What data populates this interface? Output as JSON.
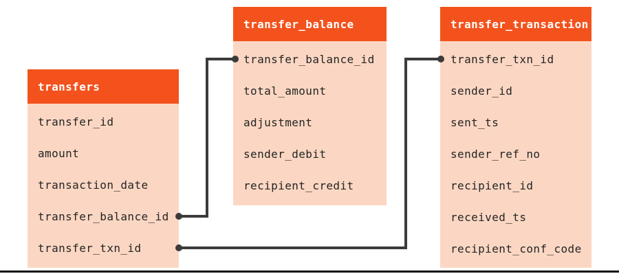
{
  "theme": {
    "canvas_bg": "#ffffff",
    "header_bg": "#f3521c",
    "header_text": "#ffffff",
    "body_bg": "#fbd7c3",
    "field_text": "#242424",
    "connector": "#3b3b3b",
    "bottom_rule": "#0d0d0d"
  },
  "tables": [
    {
      "title": "transfers",
      "fields": [
        "transfer_id",
        "amount",
        "transaction_date",
        "transfer_balance_id",
        "transfer_txn_id"
      ]
    },
    {
      "title": "transfer_balance",
      "fields": [
        "transfer_balance_id",
        "total_amount",
        "adjustment",
        "sender_debit",
        "recipient_credit"
      ]
    },
    {
      "title": "transfer_transaction",
      "fields": [
        "transfer_txn_id",
        "sender_id",
        "sent_ts",
        "sender_ref_no",
        "recipient_id",
        "received_ts",
        "recipient_conf_code"
      ]
    }
  ],
  "relationships": [
    {
      "from_table": "transfers",
      "from_field": "transfer_balance_id",
      "to_table": "transfer_balance",
      "to_field": "transfer_balance_id"
    },
    {
      "from_table": "transfers",
      "from_field": "transfer_txn_id",
      "to_table": "transfer_transaction",
      "to_field": "transfer_txn_id"
    }
  ]
}
